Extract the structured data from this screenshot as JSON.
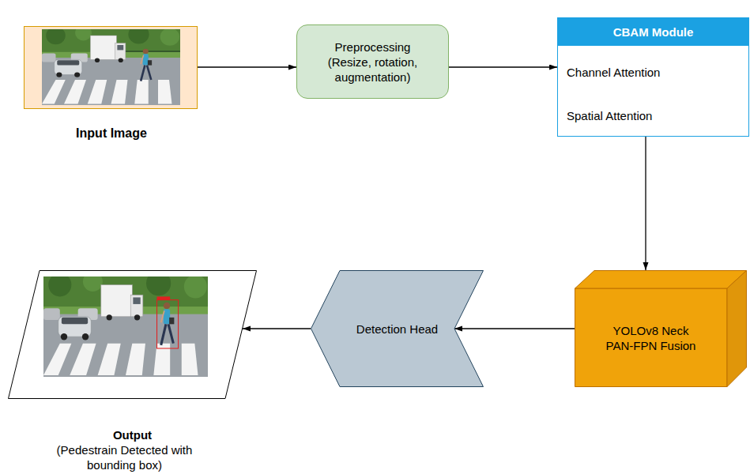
{
  "diagram": {
    "nodes": [
      {
        "text": [
          "Input Image"
        ]
      },
      {
        "text": [
          "Preprocessing (Resize, rotation, augmentation)"
        ]
      },
      {
        "text": [
          "CBAM Module",
          "Channel Attention",
          "Spatial Attention"
        ]
      },
      {
        "text": [
          "YOLOv8 Neck PAN-FPN Fusion"
        ]
      },
      {
        "text": [
          "Detection Head"
        ]
      },
      {
        "text": [
          "Output",
          "(Pedestrain Detected with bounding box)"
        ]
      }
    ],
    "edges": [
      {
        "from": 0,
        "to": 1,
        "arrow": "to"
      },
      {
        "from": 1,
        "to": 2,
        "arrow": "to"
      },
      {
        "from": 2,
        "to": 3,
        "arrow": "to"
      },
      {
        "from": 3,
        "to": 4,
        "arrow": "to"
      },
      {
        "from": 4,
        "to": 5,
        "arrow": "to"
      }
    ]
  }
}
